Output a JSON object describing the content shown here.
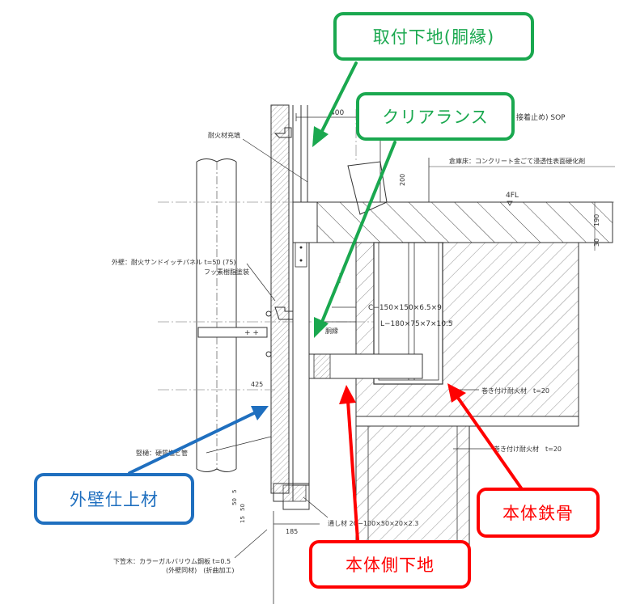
{
  "callouts": {
    "toritsuke": "取付下地(胴縁)",
    "clearance": "クリアランス",
    "gaiheki": "外壁仕上材",
    "hontai_tekkotsu": "本体鉄骨",
    "hontai_gawa": "本体側下地"
  },
  "colors": {
    "green": "#1aa84f",
    "red": "#ff0000",
    "blue": "#1f6fbf",
    "line": "#333333"
  },
  "drawing": {
    "dim_400": "400",
    "sop_note": "接着止め) SOP",
    "floor_note": "倉庫床：コンクリート金ごて浸透性表面硬化剤",
    "dim_200": "200",
    "level_4fl": "4FL",
    "dim_190": "190",
    "dim_30": "30",
    "fireproof_fill": "耐火材充填",
    "ext_wall_1": "外壁：耐火サンドイッチパネル t=50 (75)",
    "ext_wall_2": "フッ素樹脂塗装",
    "steel_c": "C−150×150×6.5×9",
    "steel_l": "L−180×75×7×10.5",
    "furring": "胴縁",
    "fireproof_wrap_1": "巻き付け耐火材　t=20",
    "fireproof_wrap_2": "巻き付け耐火材　t=20",
    "dim_425": "425",
    "gutter": "竪樋：硬質塩ビ管",
    "dim_50": "50",
    "dim_5": "5",
    "dim_15": "15",
    "dim_50b": "50",
    "dim_185": "185",
    "tooshi": "通し材 2C−100×50×20×2.3",
    "kasagi_1": "下笠木：カラーガルバリウム鋼板 t=0.5",
    "kasagi_2": "(外壁同材)　(折曲加工)"
  }
}
